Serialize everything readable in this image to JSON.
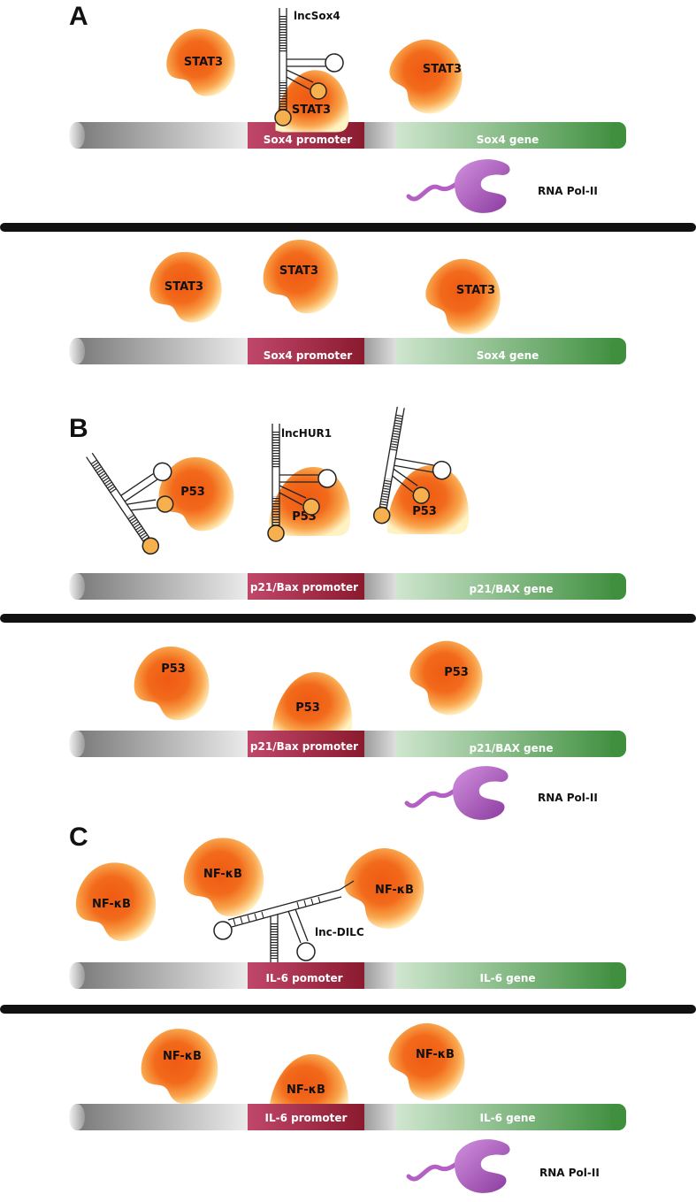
{
  "panels": {
    "a": {
      "letter": "A"
    },
    "b": {
      "letter": "B"
    },
    "c": {
      "letter": "C"
    }
  },
  "labels": {
    "stat3": "STAT3",
    "p53": "P53",
    "nfkb": "NF-κB",
    "rna_pol": "RNA Pol-II",
    "lnc_sox4": "lncSox4",
    "lnc_hur1": "lncHUR1",
    "lnc_dilc": "lnc-DILC",
    "sox4_promoter": "Sox4 promoter",
    "sox4_gene": "Sox4 gene",
    "p21_promoter": "p21/Bax promoter",
    "p21_gene": "p21/BAX gene",
    "il6_pomoter": "IL-6 pomoter",
    "il6_promoter": "IL-6 promoter",
    "il6_gene": "IL-6 gene"
  },
  "colors": {
    "protein_core": "#f26a1b",
    "protein_edge": "#ffe39a",
    "promoter": "#a8233d",
    "gene": "#4f9b4f",
    "dna_gray": "#9a9a9a",
    "rna_pol": "#b45fc4",
    "divider": "#111111"
  }
}
